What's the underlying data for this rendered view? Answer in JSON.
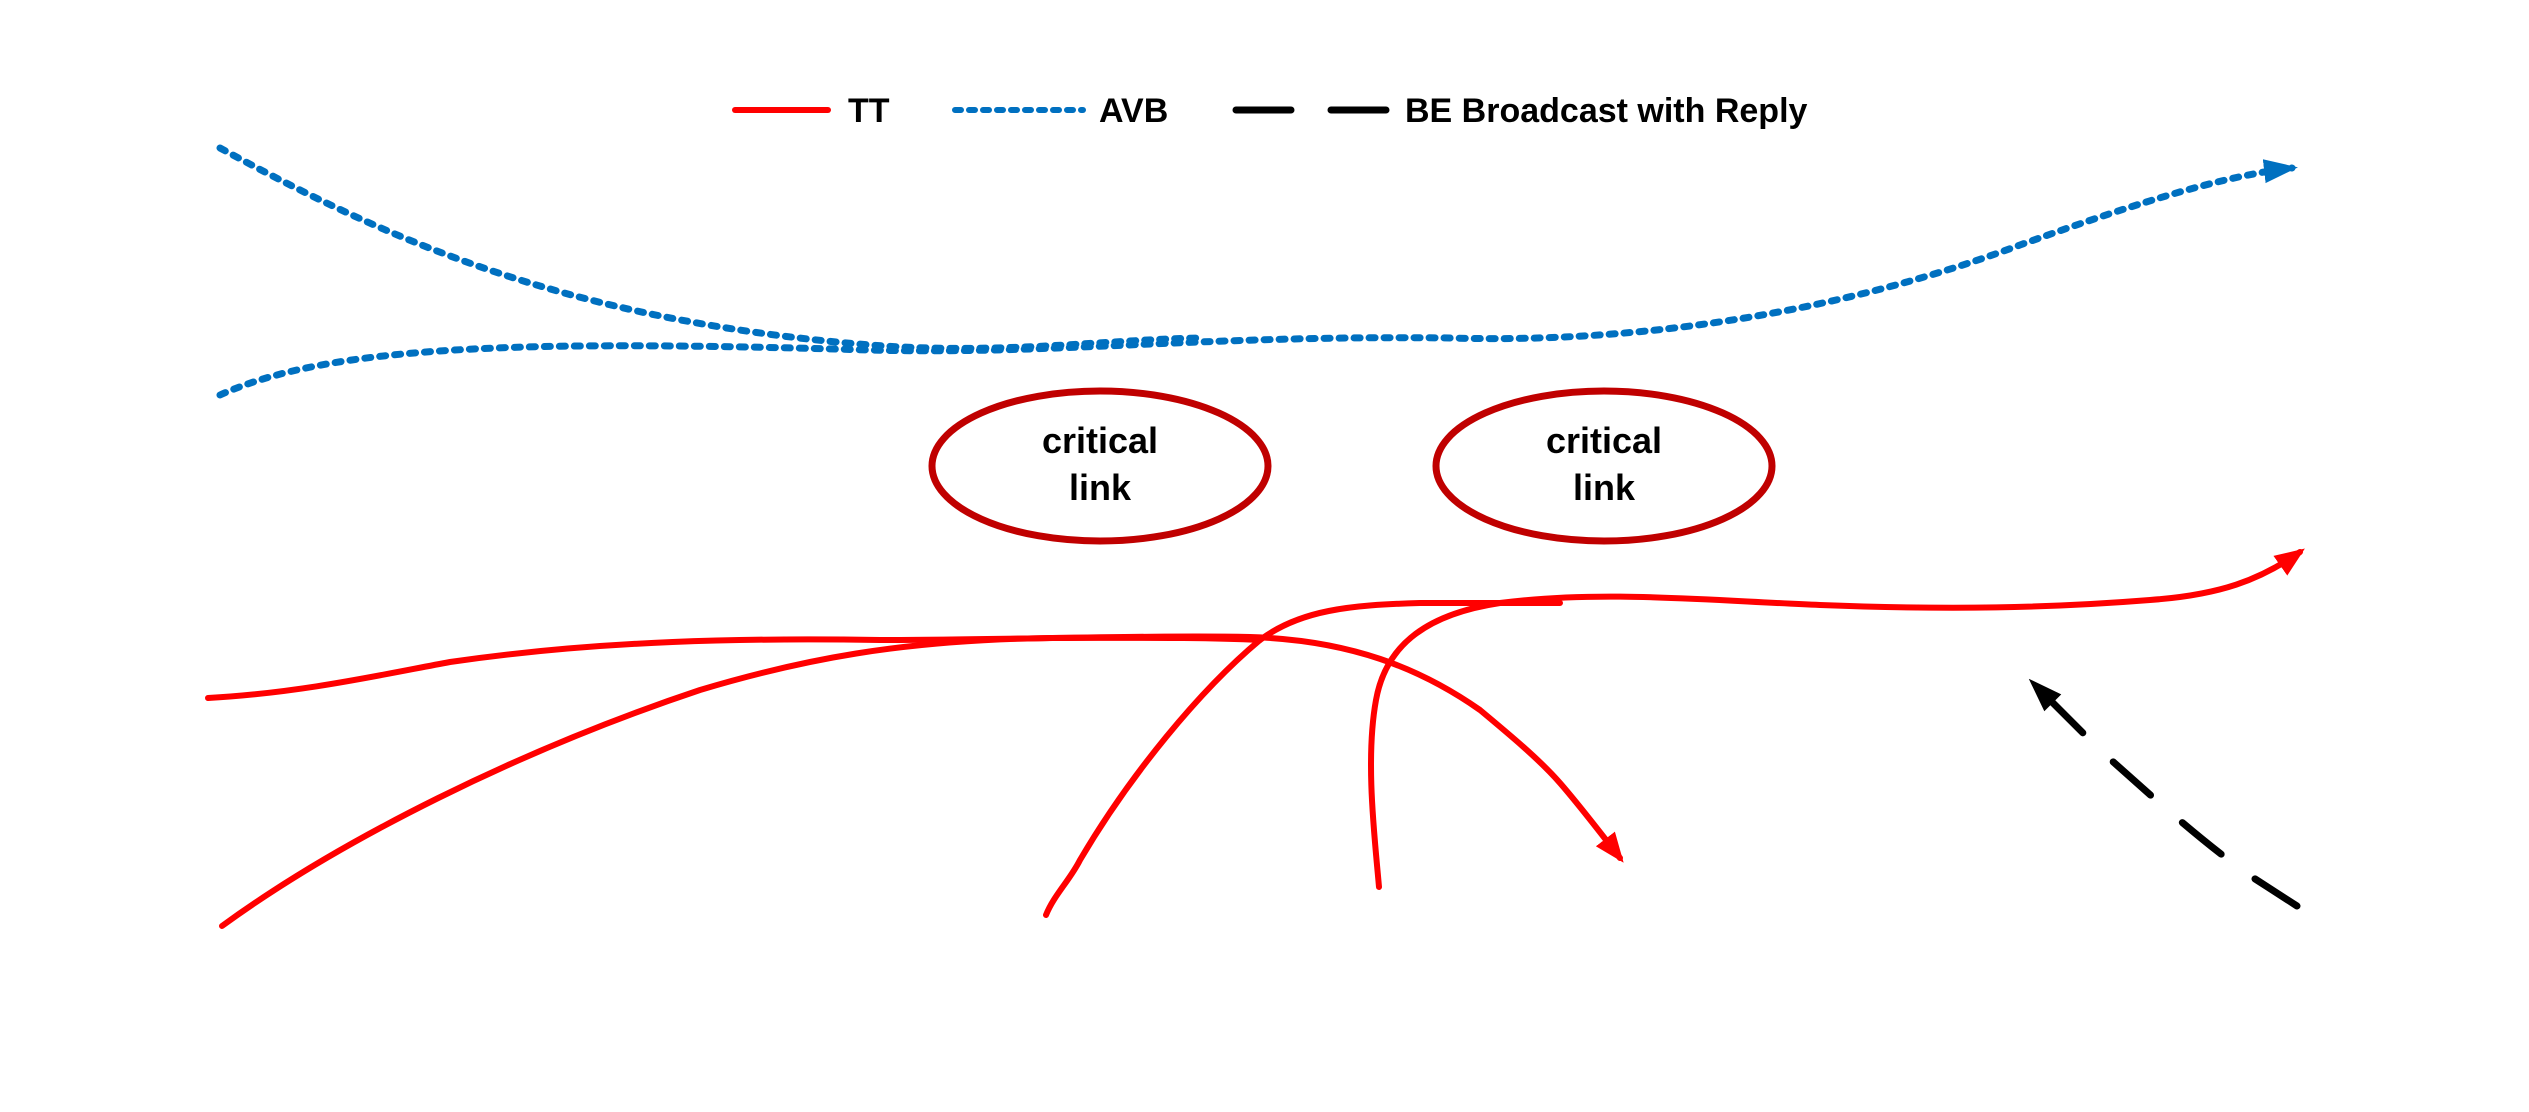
{
  "legend": {
    "tt_label": "TT",
    "avb_label": "AVB",
    "be_label": "BE Broadcast with Reply"
  },
  "links": [
    {
      "line1": "critical",
      "line2": "link"
    },
    {
      "line1": "critical",
      "line2": "link"
    }
  ],
  "colors": {
    "tt": "#ff0000",
    "avb": "#0070c0",
    "be": "#000000",
    "critical_link_border": "#c00000"
  }
}
